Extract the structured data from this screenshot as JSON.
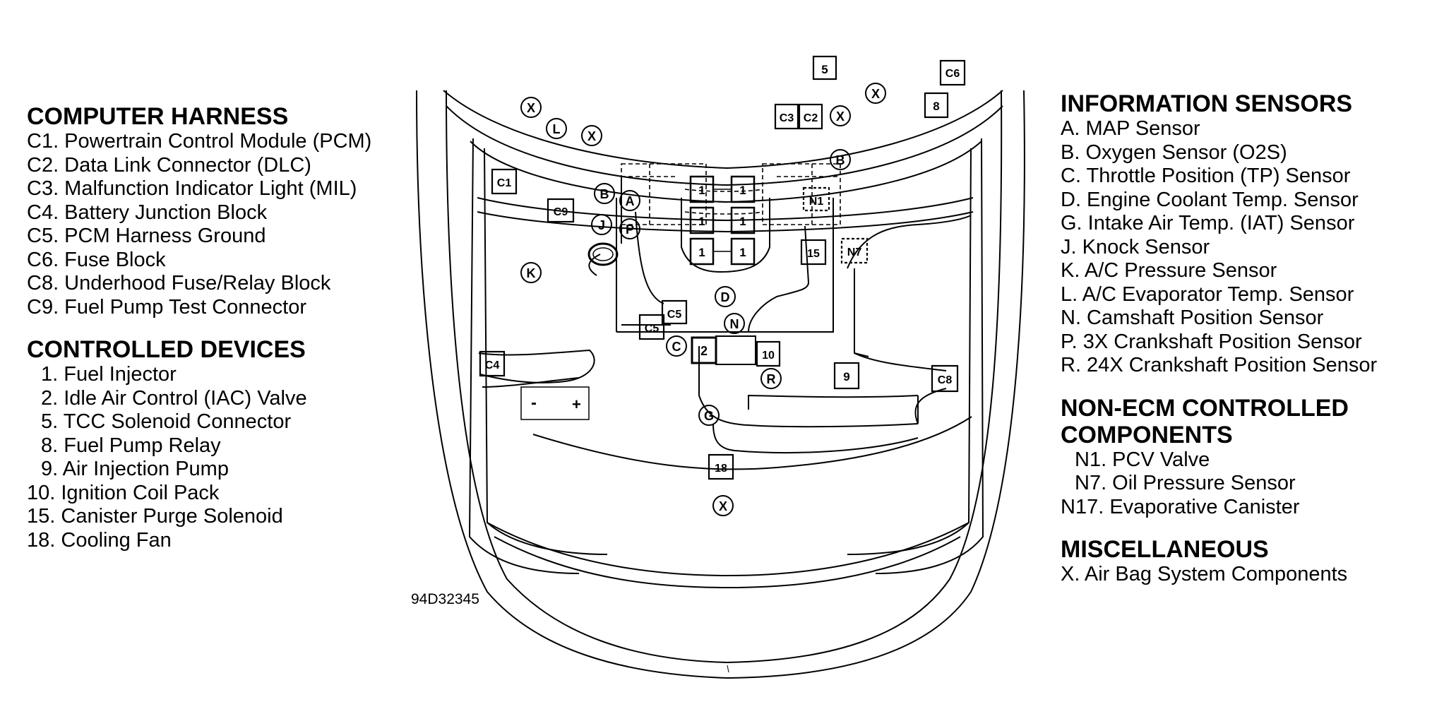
{
  "figure_id": "94D32345",
  "computer_harness": {
    "heading": "COMPUTER HARNESS",
    "items": [
      "C1. Powertrain Control Module (PCM)",
      "C2. Data Link Connector (DLC)",
      "C3. Malfunction Indicator Light (MIL)",
      "C4. Battery Junction Block",
      "C5. PCM Harness Ground",
      "C6. Fuse Block",
      "C8. Underhood Fuse/Relay Block",
      "C9. Fuel Pump Test Connector"
    ]
  },
  "controlled_devices": {
    "heading": "CONTROLLED DEVICES",
    "items": [
      "1. Fuel Injector",
      "2. Idle Air Control (IAC) Valve",
      "5. TCC Solenoid Connector",
      "8. Fuel Pump Relay",
      "9. Air Injection Pump",
      "10. Ignition Coil Pack",
      "15. Canister Purge Solenoid",
      "18. Cooling Fan"
    ]
  },
  "information_sensors": {
    "heading": "INFORMATION SENSORS",
    "items": [
      "A. MAP Sensor",
      "B. Oxygen Sensor (O2S)",
      "C. Throttle Position (TP) Sensor",
      "D. Engine Coolant Temp. Sensor",
      "G. Intake Air Temp. (IAT) Sensor",
      "J. Knock Sensor",
      "K. A/C Pressure Sensor",
      "L. A/C Evaporator Temp. Sensor",
      "N. Camshaft Position Sensor",
      "P. 3X Crankshaft Position Sensor",
      "R. 24X Crankshaft Position Sensor"
    ]
  },
  "non_ecm": {
    "heading_line1": "NON-ECM CONTROLLED",
    "heading_line2": "COMPONENTS",
    "items": [
      "N1. PCV Valve",
      "N7. Oil Pressure Sensor",
      "N17. Evaporative Canister"
    ]
  },
  "miscellaneous": {
    "heading": "MISCELLANEOUS",
    "items": [
      "X. Air Bag System Components"
    ]
  },
  "diagram_labels": {
    "box_5": "5",
    "box_c6": "C6",
    "box_8": "8",
    "box_c3": "C3",
    "box_c2": "C2",
    "box_c1": "C1",
    "box_c9": "C9",
    "box_n1": "N1",
    "box_n7": "N7",
    "box_15": "15",
    "box_c5_a": "C5",
    "box_c5_b": "C5",
    "box_2": "2",
    "box_10": "10",
    "box_c4": "C4",
    "box_9": "9",
    "box_c8": "C8",
    "box_18": "18",
    "injector": "1",
    "circ_x": "X",
    "circ_l": "L",
    "circ_b": "B",
    "circ_a": "A",
    "circ_j": "J",
    "circ_p": "P",
    "circ_k": "K",
    "circ_d": "D",
    "circ_n": "N",
    "circ_c": "C",
    "circ_r": "R",
    "circ_g": "G",
    "battery_minus": "-",
    "battery_plus": "+"
  }
}
